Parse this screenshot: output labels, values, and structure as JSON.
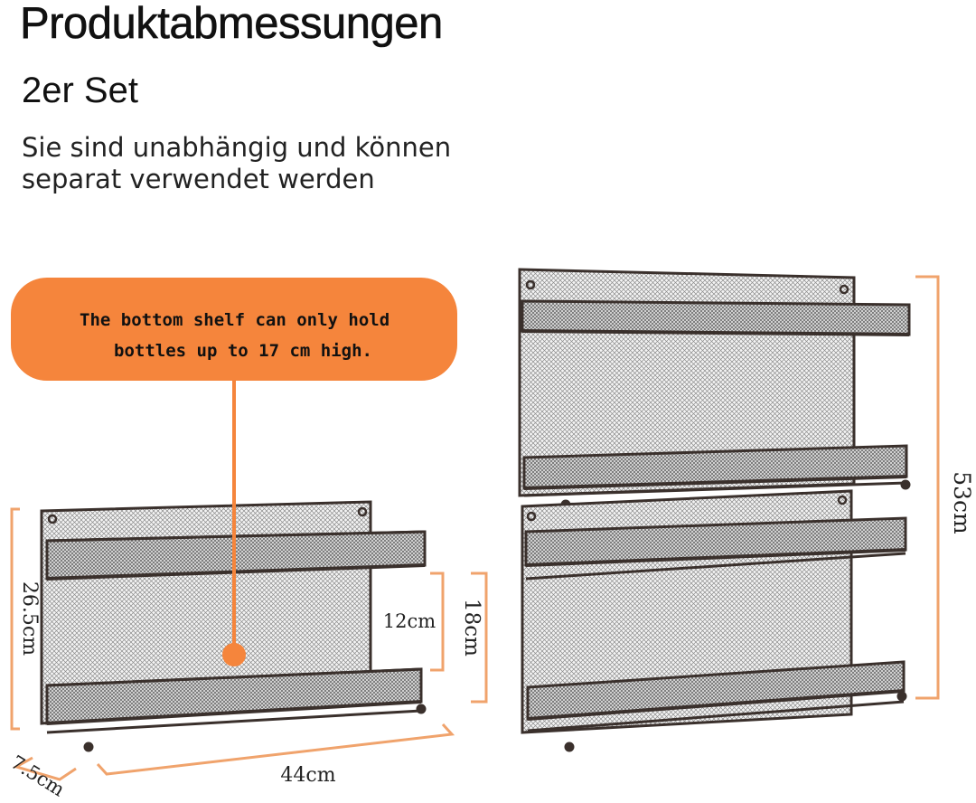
{
  "header": {
    "title": "Produktabmessungen",
    "subtitle": "2er Set",
    "description_lines": [
      "Sie sind unabhängig und können",
      "separat verwendet werden"
    ]
  },
  "callout": {
    "lines": [
      "The bottom shelf can only hold",
      "bottles up to 17 cm high."
    ],
    "color": "#f5853c"
  },
  "dimensions": {
    "height_single": "26.5cm",
    "shelf_gap_small": "12cm",
    "shelf_gap_large": "18cm",
    "width": "44cm",
    "depth": "7.5cm",
    "height_stacked": "53cm",
    "line_color": "#f0a36c"
  },
  "rack_color": "#3a302c"
}
